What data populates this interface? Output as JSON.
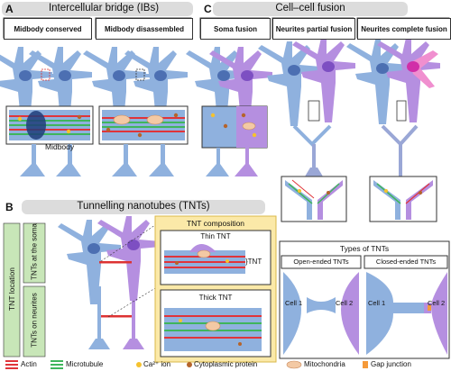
{
  "panels": {
    "A": {
      "letter": "A",
      "title": "Intercellular bridge (IBs)",
      "cols": [
        "Midbody conserved",
        "Midbody disassembled"
      ],
      "midbody_label": "Midbody"
    },
    "B": {
      "letter": "B",
      "title": "Tunnelling nanotubes (TNTs)",
      "location_label": "TNT location",
      "loc_soma": "TNTs at the soma",
      "loc_neurites": "TNTs on neurites",
      "composition_title": "TNT composition",
      "thin": "Thin TNT",
      "thick": "Thick TNT",
      "tnt_tag": "}TNT",
      "types_title": "Types of TNTs",
      "open": "Open-ended TNTs",
      "closed": "Closed-ended TNTs",
      "cell1": "Cell 1",
      "cell2": "Cell 2"
    },
    "C": {
      "letter": "C",
      "title": "Cell–cell fusion",
      "cols": [
        "Soma fusion",
        "Neurites partial fusion",
        "Neurites complete fusion"
      ]
    }
  },
  "legend": {
    "actin": "Actin",
    "microtubule": "Microtubule",
    "ca_ion": "Ca²⁺ ion",
    "cyto": "Cytoplasmic protein",
    "mito": "Mitochondria",
    "gap": "Gap junction"
  },
  "colors": {
    "blue": "#8fb1de",
    "purple": "#b58fe0",
    "magenta": "#f08fcf",
    "actin": "#e0343a",
    "microtubule": "#3fb55c",
    "ca": "#f5c22e",
    "cyto": "#b5642b",
    "mito": "#f3c9a4",
    "header": "#dcdcdc",
    "tntbg": "#fbe9a8",
    "green_label": "#c8e6b8"
  }
}
